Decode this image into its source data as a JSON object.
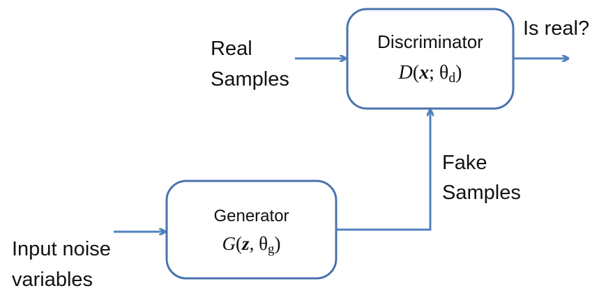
{
  "diagram": {
    "colors": {
      "stroke": "#4a73ae",
      "arrow": "#4f81bd",
      "text": "#111111"
    },
    "discriminator": {
      "title": "Discriminator",
      "fn": "D",
      "lparen": "(",
      "var": "x",
      "sep": ";",
      "theta": "θ",
      "sub": "d",
      "rparen": ")"
    },
    "generator": {
      "title": "Generator",
      "fn": "G",
      "lparen": "(",
      "var": "z",
      "sep": ",",
      "theta": "θ",
      "sub": "g",
      "rparen": ")"
    },
    "labels": {
      "real_line1": "Real",
      "real_line2": "Samples",
      "is_real": "Is real?",
      "fake_line1": "Fake",
      "fake_line2": "Samples",
      "noise_line1": "Input noise",
      "noise_line2": "variables"
    }
  }
}
